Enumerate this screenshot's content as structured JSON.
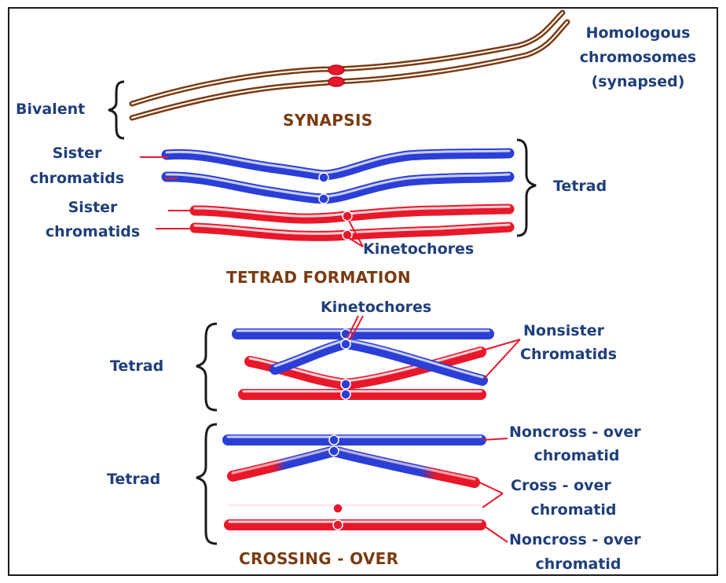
{
  "labels": {
    "homologous_1": "Homologous",
    "homologous_2": "chromosomes",
    "homologous_3": "(synapsed)",
    "bivalent": "Bivalent",
    "synapsis": "SYNAPSIS",
    "sister_1a": "Sister",
    "sister_1b": "chromatids",
    "sister_2a": "Sister",
    "sister_2b": "chromatids",
    "tetrad_1": "Tetrad",
    "kinetochores_1": "Kinetochores",
    "tetrad_formation": "TETRAD FORMATION",
    "kinetochores_2": "Kinetochores",
    "nonsister_1": "Nonsister",
    "nonsister_2": "Chromatids",
    "tetrad_2": "Tetrad",
    "tetrad_3": "Tetrad",
    "noncross_top_1": "Noncross - over",
    "noncross_top_2": "chromatid",
    "cross_1": "Cross - over",
    "cross_2": "chromatid",
    "noncross_bottom_1": "Noncross - over",
    "noncross_bottom_2": "chromatid",
    "crossing_over": "CROSSING - OVER"
  },
  "colors": {
    "brown": "#7a3b12",
    "blue": "#2b3fd6",
    "red": "#e8182b",
    "label_blue": "#1f3f7a",
    "border": "#1a1a1a"
  }
}
